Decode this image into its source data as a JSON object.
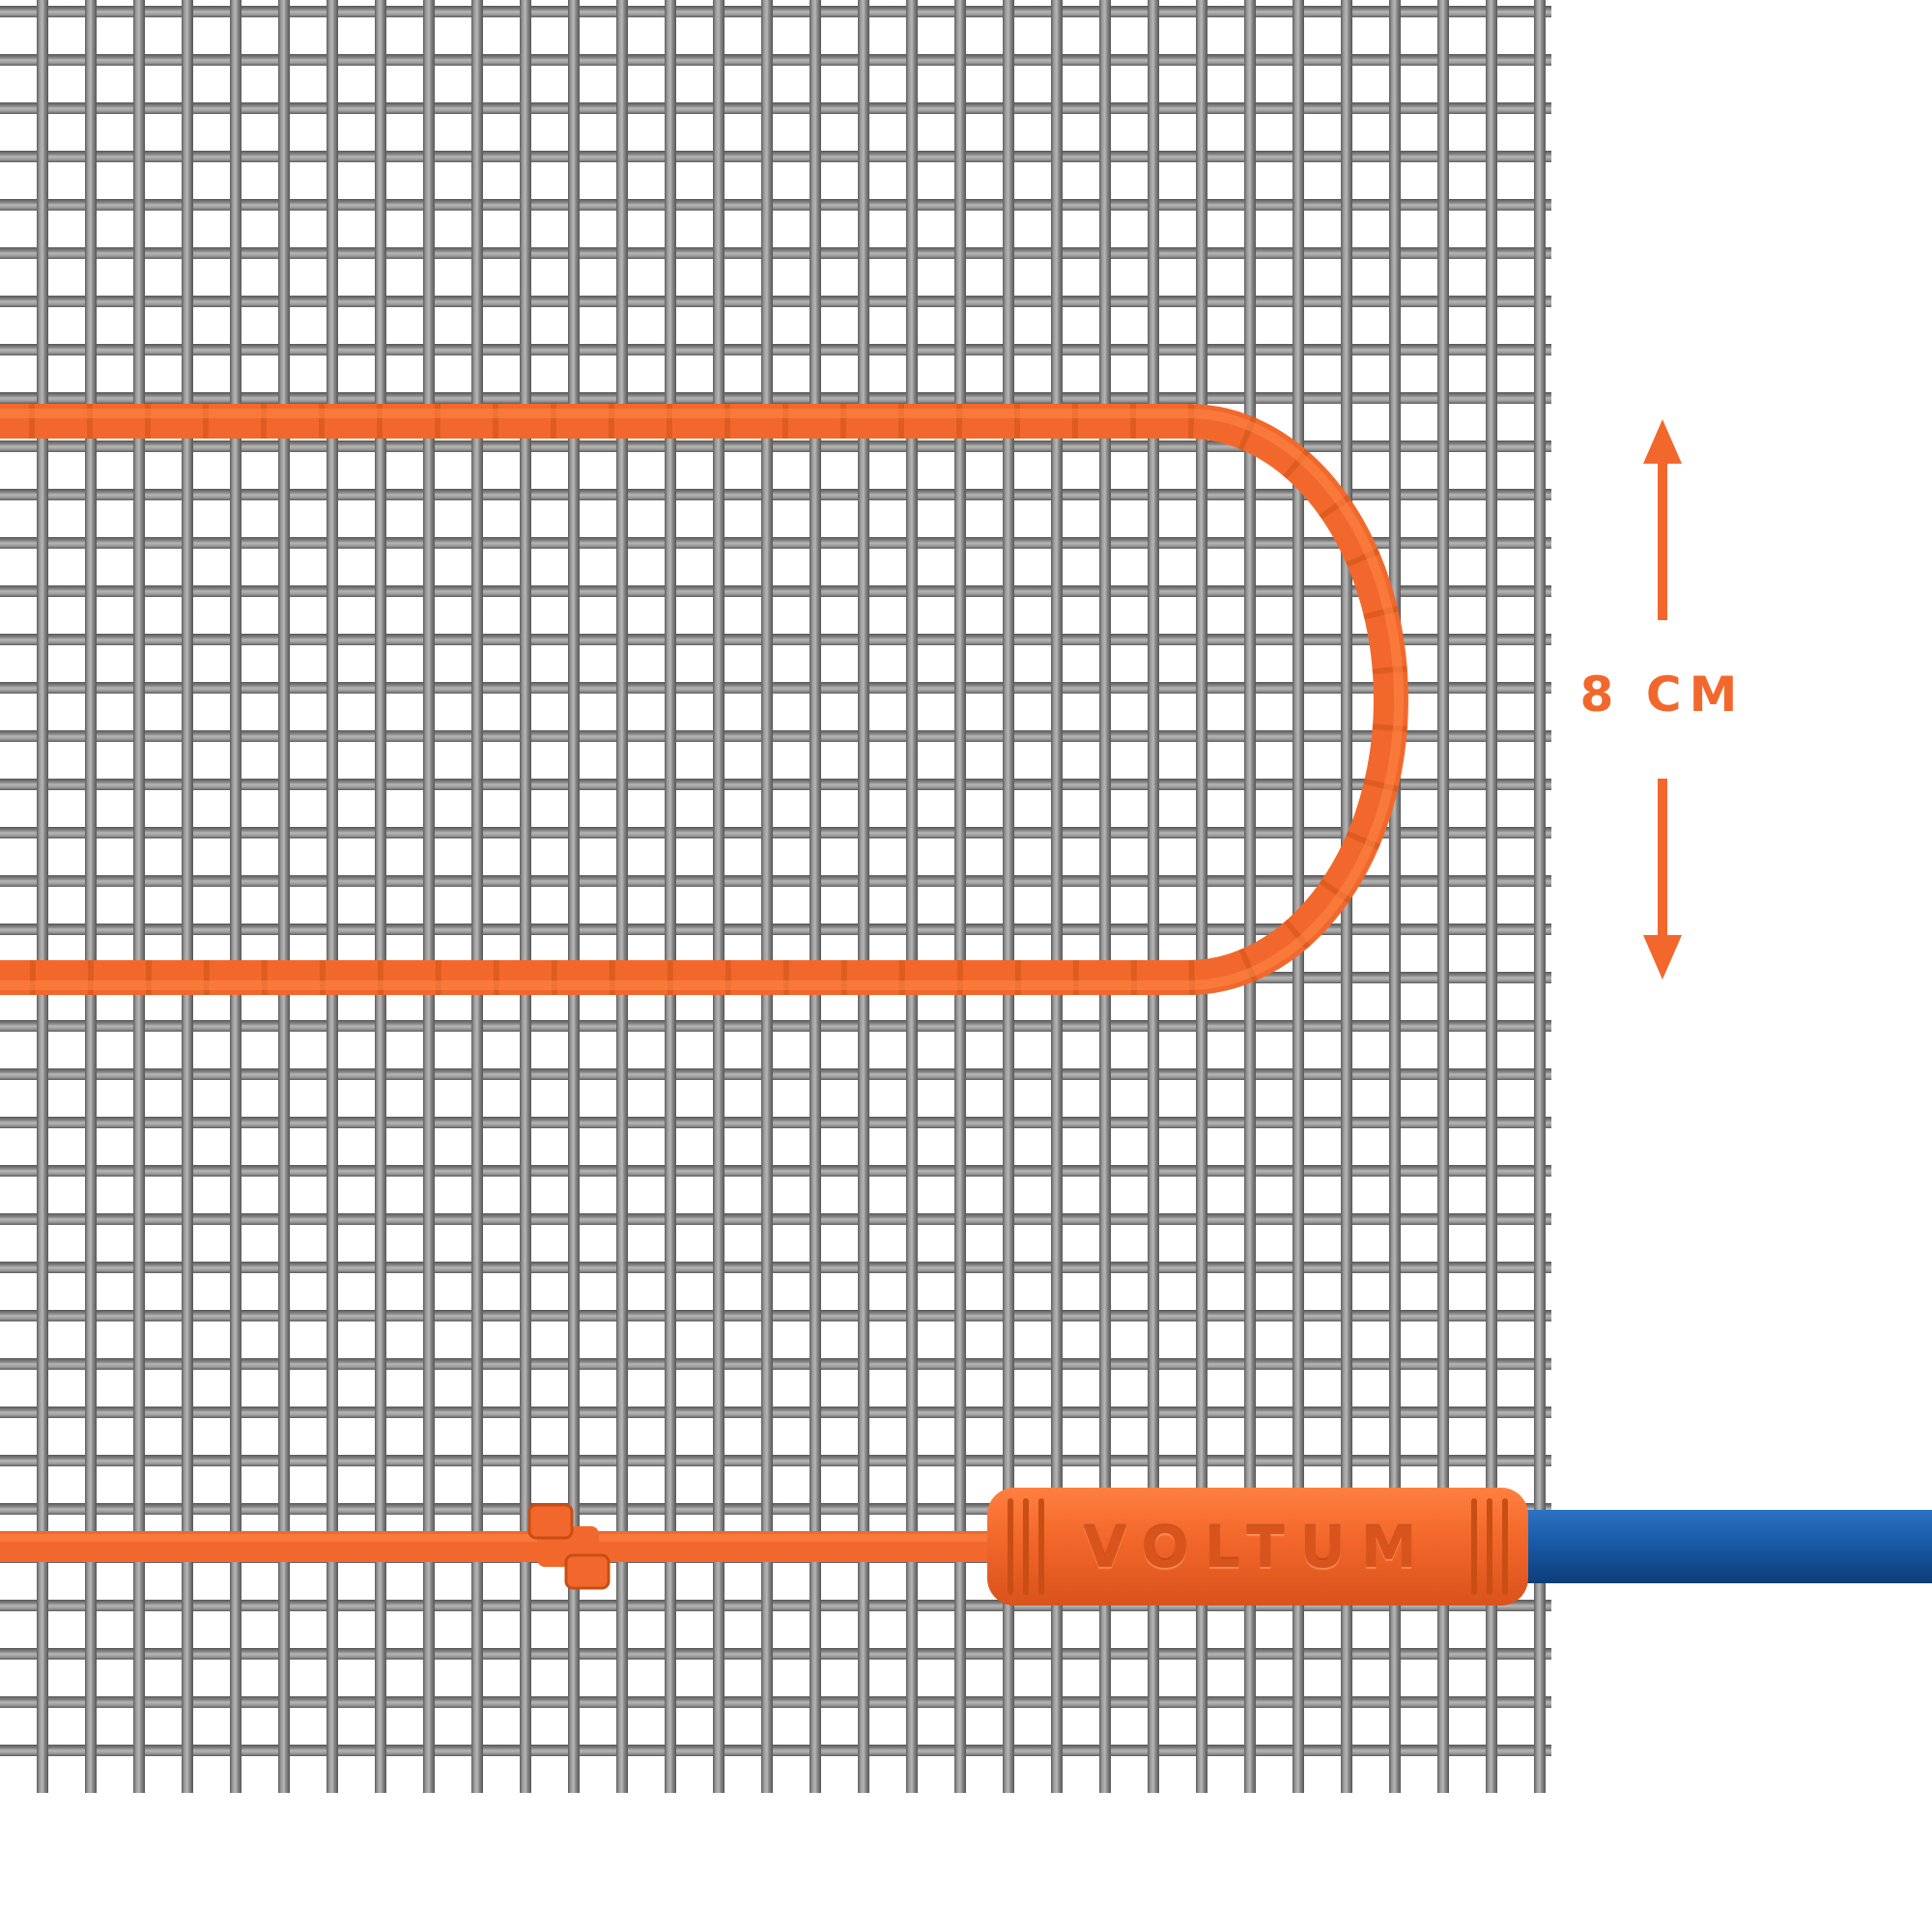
{
  "scene": {
    "description": "Heating cable woven through a metal mesh mat, loop spacing dimensioned, connector sleeve joining a blue power lead",
    "dimension_label": "8 CM",
    "brand_label": "VOLTUM",
    "colors": {
      "cable_orange": "#F2682C",
      "cable_orange_dark": "#C84E14",
      "cable_orange_light": "#FF8A4A",
      "sleeve_orange_deep": "#D8541C",
      "cold_lead_blue": "#1A5AA6",
      "cold_lead_blue_dark": "#0D3E79",
      "mesh_gray": "#8C8C8C",
      "background": "#FFFFFF"
    }
  }
}
